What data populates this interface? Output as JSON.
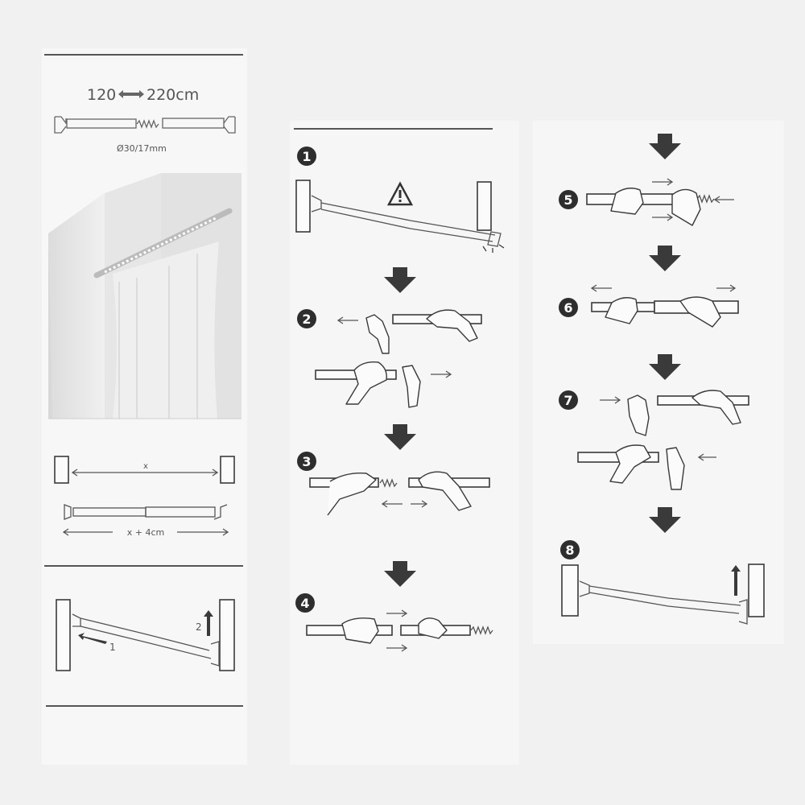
{
  "specs": {
    "length_min": "120",
    "length_max": "220cm",
    "diameter": "Ø30/17mm"
  },
  "measure": {
    "gap_label": "x",
    "rod_label": "x + 4cm"
  },
  "install": {
    "step1_label": "1",
    "step2_label": "2"
  },
  "steps": [
    "1",
    "2",
    "3",
    "4",
    "5",
    "6",
    "7",
    "8"
  ],
  "colors": {
    "background": "#f1f1f1",
    "panel": "#f7f7f7",
    "ink": "#3a3a3a"
  }
}
